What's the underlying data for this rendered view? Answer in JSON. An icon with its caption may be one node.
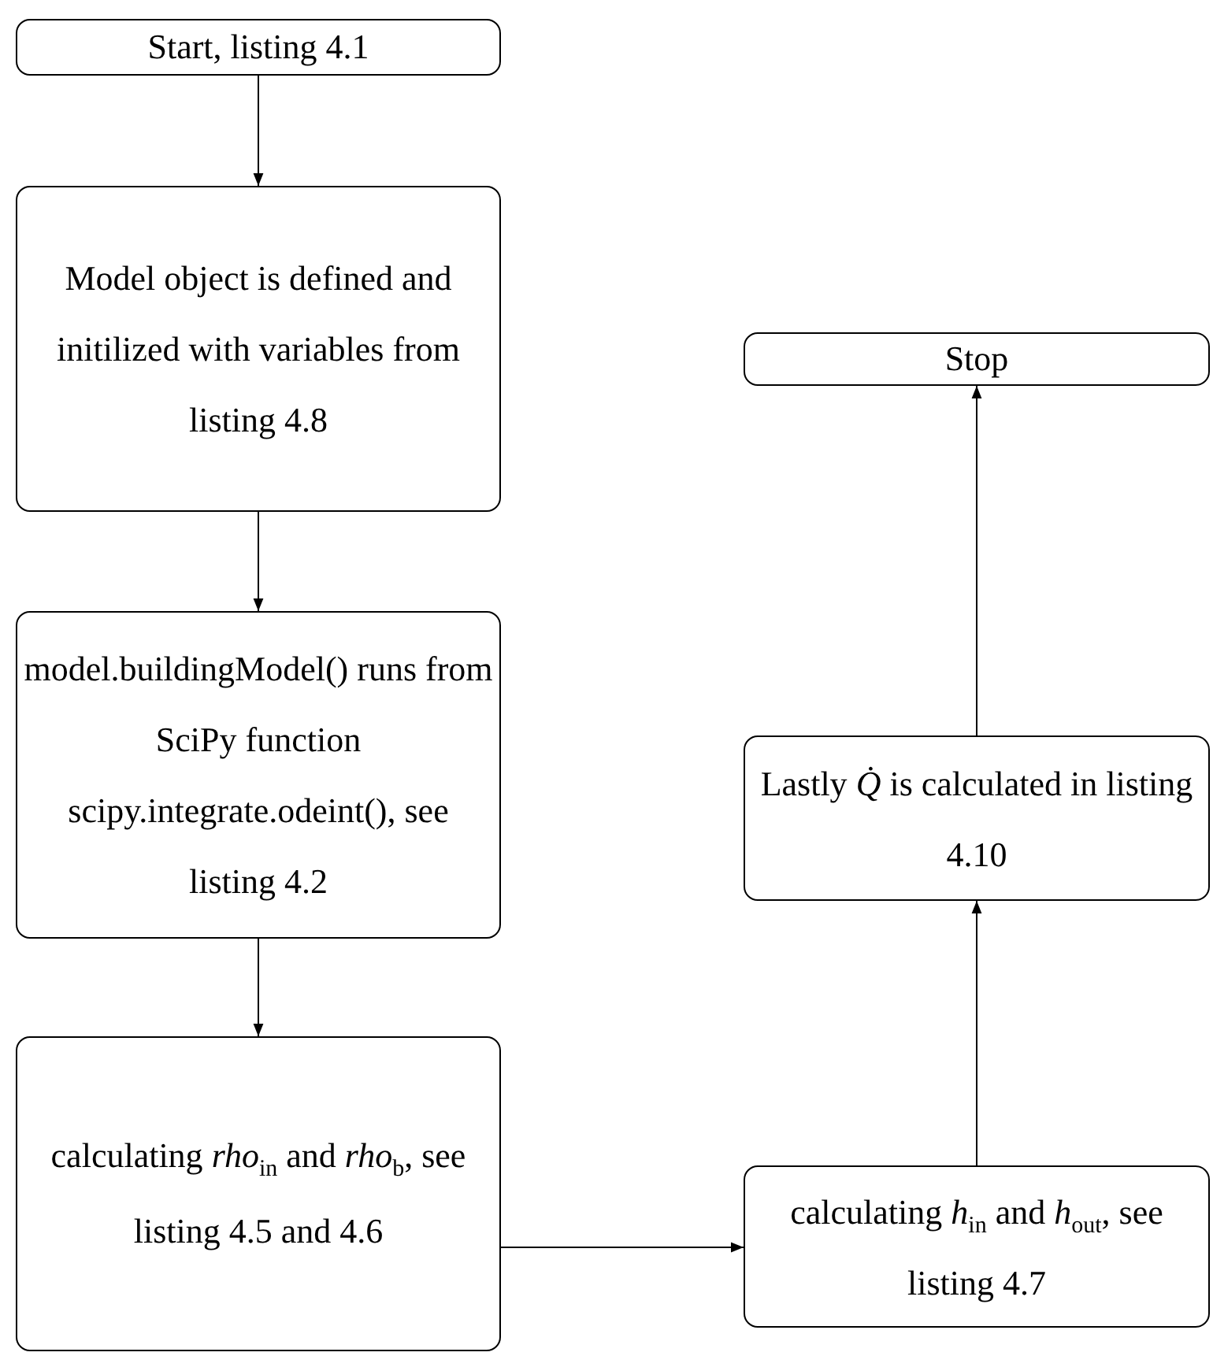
{
  "diagram": {
    "nodes": [
      {
        "text": [
          "Start, listing 4.1"
        ]
      },
      {
        "text": [
          "Model object is defined and initilized with variables from listing 4.8"
        ]
      },
      {
        "text": [
          "model.buildingModel() runs from SciPy function scipy.integrate.odeint(), see listing 4.2"
        ]
      },
      {
        "text": [
          "calculating *rho*$_{in}$ and *rho*$_{b}$, see listing 4.5 and 4.6"
        ]
      },
      {
        "text": [
          "calculating *h*$_{in}$ and *h*$_{out}$, see listing 4.7"
        ]
      },
      {
        "text": [
          "Lastly *Q̇* is calculated in listing 4.10"
        ]
      },
      {
        "text": [
          "Stop"
        ]
      }
    ],
    "edges": [
      {
        "from": 0,
        "to": 1,
        "arrow": "to"
      },
      {
        "from": 1,
        "to": 2,
        "arrow": "to"
      },
      {
        "from": 2,
        "to": 3,
        "arrow": "to"
      },
      {
        "from": 3,
        "to": 4,
        "arrow": "to"
      },
      {
        "from": 4,
        "to": 5,
        "arrow": "to"
      },
      {
        "from": 5,
        "to": 6,
        "arrow": "to"
      }
    ]
  }
}
